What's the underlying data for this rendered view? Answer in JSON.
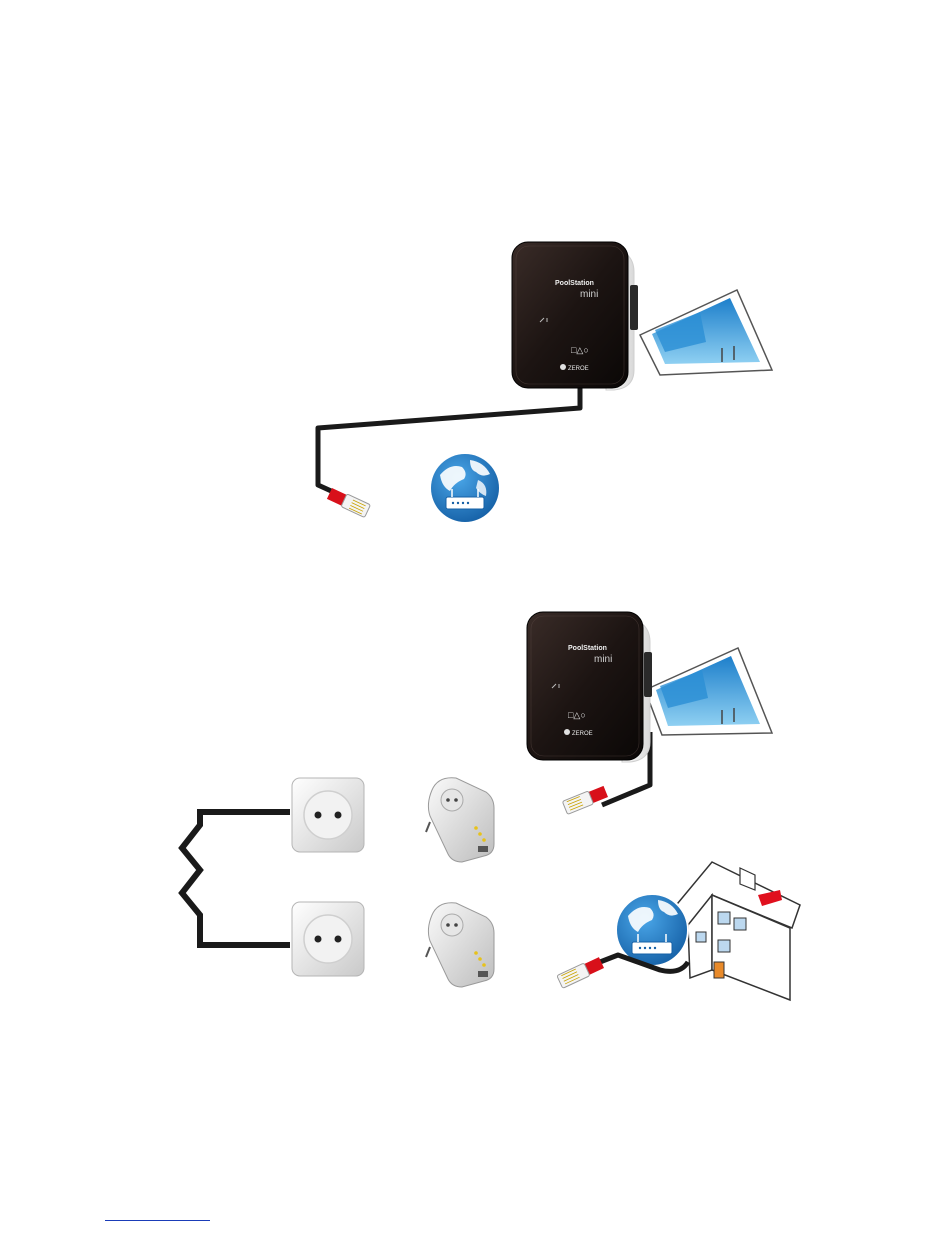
{
  "device": {
    "brand": "PoolStation",
    "brand_mark": "®",
    "model": "mini",
    "maker": "ZEROE",
    "led_symbols": "□△○"
  },
  "colors": {
    "cable": "#1a1a1a",
    "connector_red": "#d8101a",
    "pool_blue": "#2b8fd4",
    "globe_blue": "#1f72b8",
    "house_roof_red": "#e0101e",
    "device_body": "#1c1412"
  },
  "icons": {
    "router_globe": "router-globe-icon",
    "pool": "swimming-pool-icon",
    "house": "house-icon",
    "outlet": "wall-outlet-icon",
    "plc_adapter": "powerline-adapter-icon",
    "rj45": "rj45-connector-icon"
  }
}
